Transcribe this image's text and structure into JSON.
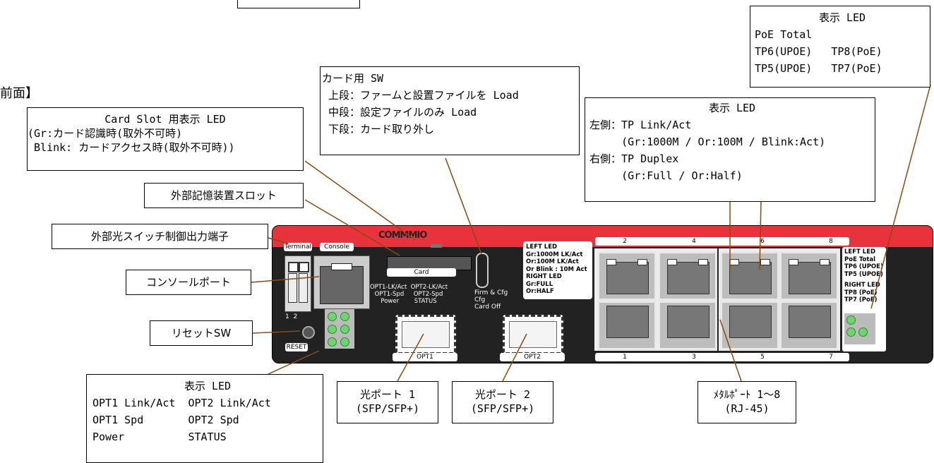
{
  "section_title": "前面】",
  "labels": {
    "card_slot_led": {
      "line1": "Card Slot 用表示 LED",
      "line2": "(Gr:カード認識時(取外不可時)",
      "line3": " Blink: カードアクセス時(取外不可時))"
    },
    "ext_storage": "外部記憶装置スロット",
    "optical_switch": "外部光スイッチ制御出力端子",
    "console_port": "コンソールポート",
    "reset_sw": "リセットSW",
    "card_sw": {
      "title": "カード用 SW",
      "l1": " 上段：ファームと設置ファイルを Load",
      "l2": " 中段：設定ファイルのみ Load",
      "l3": " 下段：カード取り外し"
    },
    "led_left_right": {
      "title": "表示 LED",
      "l1": "左側：TP Link/Act",
      "l2": "     (Gr:1000M / Or:100M / Blink:Act)",
      "l3": "右側：TP Duplex",
      "l4": "     (Gr:Full / Or:Half)"
    },
    "led_poe": {
      "title": "表示 LED",
      "l1": "PoE Total",
      "l2": "TP6(UPOE)   TP8(PoE)",
      "l3": "TP5(UPOE)   TP7(PoE)"
    },
    "led_opt": {
      "title": "表示 LED",
      "l1": "OPT1 Link/Act  OPT2 Link/Act",
      "l2": "OPT1 Spd       OPT2 Spd",
      "l3": "Power          STATUS"
    },
    "opt_port1": {
      "l1": "光ポート 1",
      "l2": "(SFP/SFP+)"
    },
    "opt_port2": {
      "l1": "光ポート 2",
      "l2": "(SFP/SFP+)"
    },
    "metal_ports": {
      "l1": "ﾒﾀﾙﾎﾟｰﾄ 1～8",
      "l2": "(RJ-45)"
    }
  },
  "device": {
    "logo": "COMMMIO",
    "terminal": "Terminal",
    "console": "Console",
    "term_pins": "1  2",
    "card": "Card",
    "opt_led_text": {
      "a": "OPT1-LK/Act  OPT2-LK/Act",
      "b": "OPT1-Spd     OPT2-Spd",
      "c": "Power        STATUS"
    },
    "card_sw_text": {
      "a": "Firm & Cfg",
      "b": "Cfg",
      "c": "Card Off"
    },
    "left_led_panel": {
      "a": "LEFT LED",
      "b": "Gr:1000M LK/Act",
      "c": "Or:100M LK/Act",
      "d": "Or Blink : 10M Act",
      "e": "RIGHT LED",
      "f": "Gr:FULL",
      "g": "Or:HALF"
    },
    "right_led_panel": {
      "a": "LEFT LED",
      "b": "PoE Total",
      "c": "TP6 (UPOE)",
      "d": "TP5 (UPOE)",
      "e": "RIGHT LED",
      "f": "TP8 (PoE)",
      "g": "TP7 (PoE)"
    },
    "reset": "RESET",
    "opt1": "OPT1",
    "opt2": "OPT2",
    "port_top": [
      "2",
      "4",
      "6",
      "8"
    ],
    "port_bottom": [
      "1",
      "3",
      "5",
      "7"
    ]
  }
}
